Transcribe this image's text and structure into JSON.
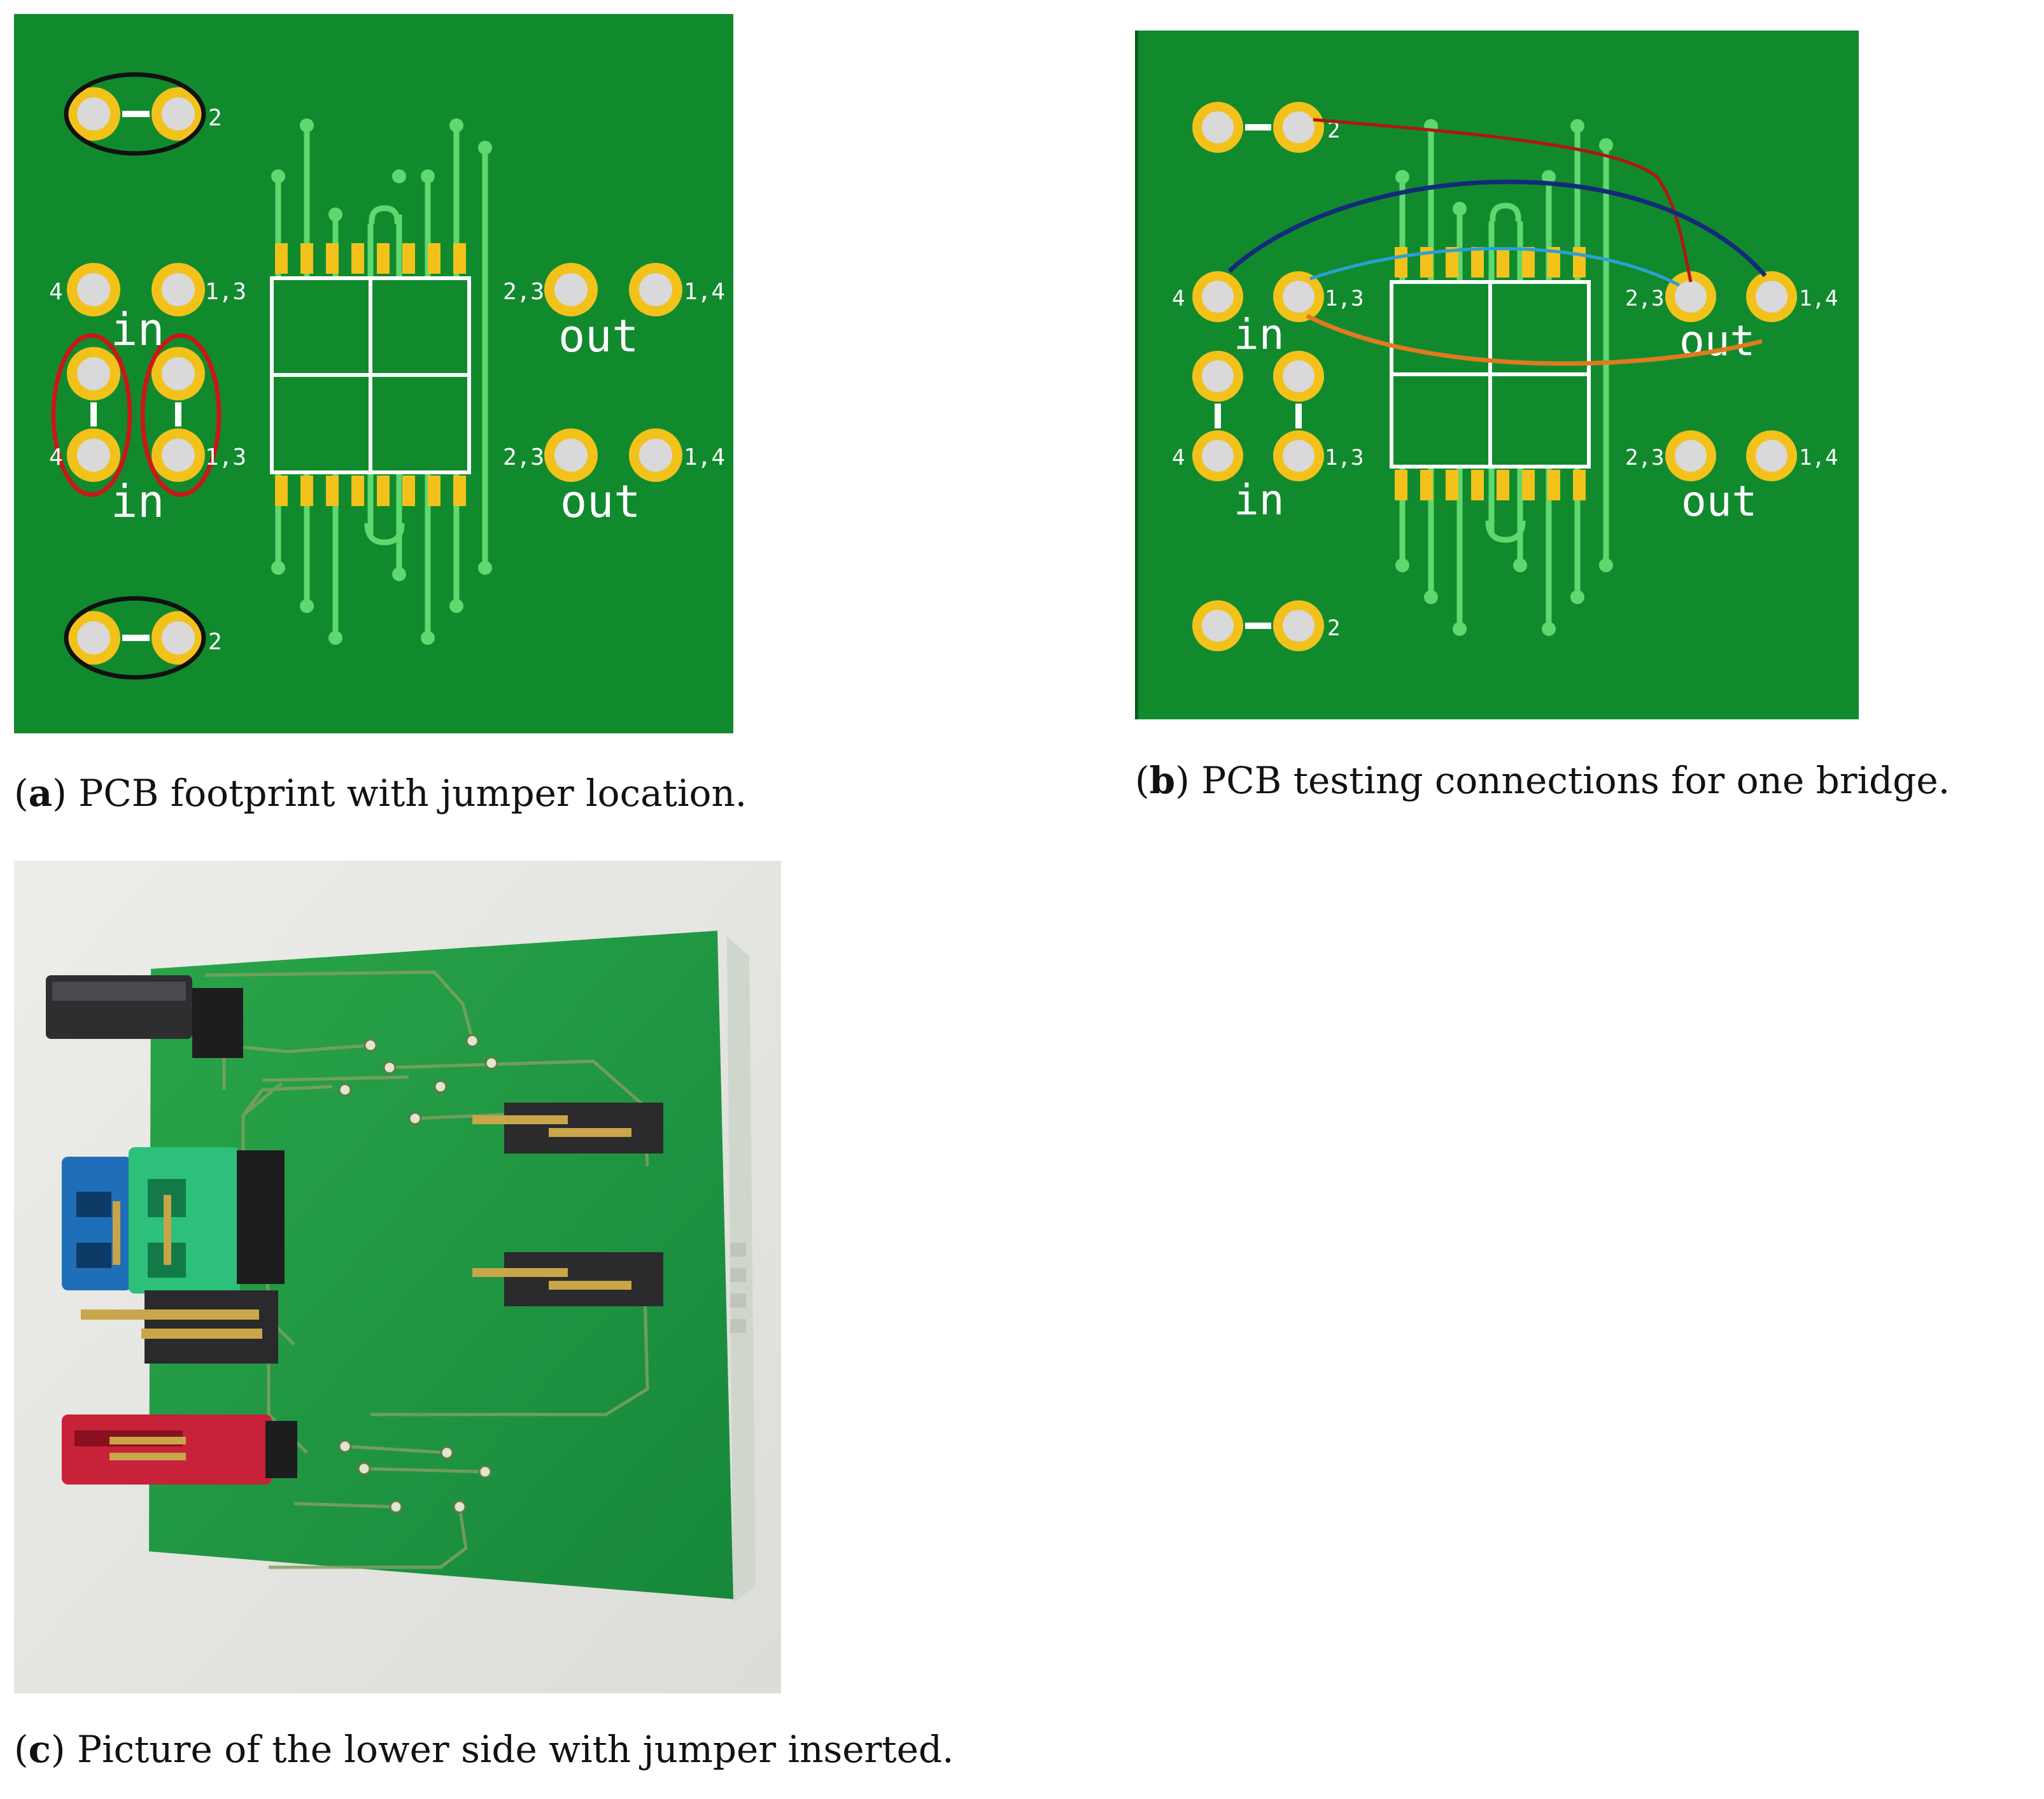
{
  "colors": {
    "board_green": "#118a2e",
    "trace_green": "#5ed86f",
    "pad_gold": "#f2c21b",
    "pad_gray": "#d9d9d9",
    "marker_black": "#111111",
    "marker_red": "#c81818",
    "wire_darkred": "#b01616",
    "wire_navy": "#142a7a",
    "wire_cyan": "#2aa0d8",
    "wire_orange": "#e07a1e"
  },
  "panel_a": {
    "caption_letter": "a",
    "caption_text": " PCB footprint with jumper location.",
    "labels": {
      "pin_2_top": "2",
      "pin_4_upper": "4",
      "pin_13_upper": "1,3",
      "in_upper": "in",
      "pin_4_lower": "4",
      "pin_13_lower": "1,3",
      "in_lower": "in",
      "pin_23_upper": "2,3",
      "pin_14_upper": "1,4",
      "out_upper": "out",
      "pin_23_lower": "2,3",
      "pin_14_lower": "1,4",
      "out_lower": "out",
      "pin_2_bottom": "2"
    }
  },
  "panel_b": {
    "caption_letter": "b",
    "caption_text": " PCB testing connections for one bridge.",
    "labels": {
      "pin_2_top": "2",
      "pin_4_upper": "4",
      "pin_13_upper": "1,3",
      "in_upper": "in",
      "pin_4_lower": "4",
      "pin_13_lower": "1,3",
      "in_lower": "in",
      "pin_23_upper": "2,3",
      "pin_14_upper": "1,4",
      "out_upper": "out",
      "pin_23_lower": "2,3",
      "pin_14_lower": "1,4",
      "out_lower": "out",
      "pin_2_bottom": "2"
    }
  },
  "panel_c": {
    "caption_letter": "c",
    "caption_text": " Picture of the lower side with jumper inserted."
  }
}
